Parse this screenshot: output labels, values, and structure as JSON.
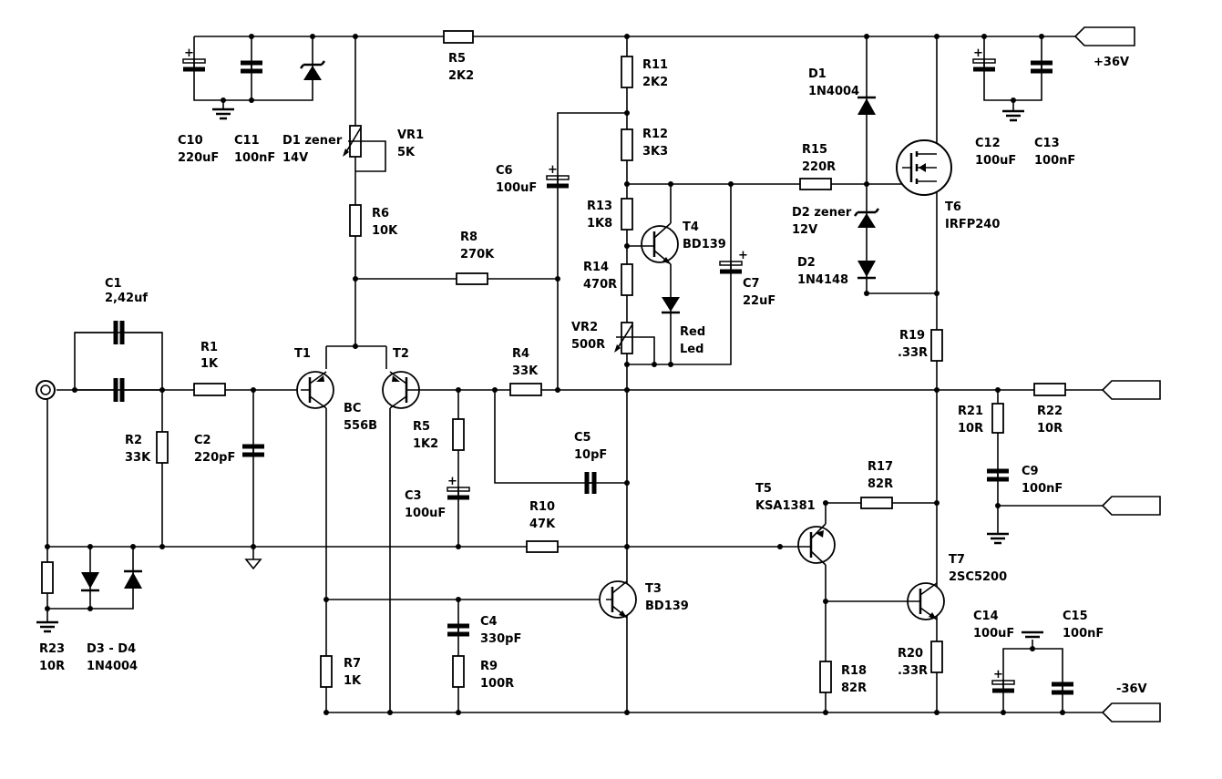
{
  "components": {
    "C1": [
      "C1",
      "2,42uf"
    ],
    "R1": [
      "R1",
      "1K"
    ],
    "R2": [
      "R2",
      "33K"
    ],
    "C2": [
      "C2",
      "220pF"
    ],
    "R23": [
      "R23",
      "10R"
    ],
    "D3": [
      "D3 - D4",
      "1N4004"
    ],
    "C10": [
      "C10",
      "220uF"
    ],
    "C11": [
      "C11",
      "100nF"
    ],
    "D1z": [
      "D1 zener",
      "14V"
    ],
    "VR1": [
      "VR1",
      "5K"
    ],
    "R6": [
      "R6",
      "10K"
    ],
    "R5a": [
      "R5",
      "2K2"
    ],
    "T1": [
      "T1",
      ""
    ],
    "T2": [
      "T2",
      ""
    ],
    "BC": [
      "BC",
      "556B"
    ],
    "R5b": [
      "R5",
      "1K2"
    ],
    "C3": [
      "C3",
      "100uF"
    ],
    "R7": [
      "R7",
      "1K"
    ],
    "C4": [
      "C4",
      "330pF"
    ],
    "R9": [
      "R9",
      "100R"
    ],
    "R8": [
      "R8",
      "270K"
    ],
    "C6": [
      "C6",
      "100uF"
    ],
    "R4": [
      "R4",
      "33K"
    ],
    "C5": [
      "C5",
      "10pF"
    ],
    "R10": [
      "R10",
      "47K"
    ],
    "T3": [
      "T3",
      "BD139"
    ],
    "R11": [
      "R11",
      "2K2"
    ],
    "R12": [
      "R12",
      "3K3"
    ],
    "R13": [
      "R13",
      "1K8"
    ],
    "R14": [
      "R14",
      "470R"
    ],
    "VR2": [
      "VR2",
      "500R"
    ],
    "T4": [
      "T4",
      "BD139"
    ],
    "LED": [
      "Red",
      "Led"
    ],
    "C7": [
      "C7",
      "22uF"
    ],
    "R15": [
      "R15",
      "220R"
    ],
    "D1": [
      "D1",
      "1N4004"
    ],
    "D2z": [
      "D2 zener",
      "12V"
    ],
    "D2": [
      "D2",
      "1N4148"
    ],
    "T6": [
      "T6",
      "IRFP240"
    ],
    "C12": [
      "C12",
      "100uF"
    ],
    "C13": [
      "C13",
      "100nF"
    ],
    "R19": [
      "R19",
      ".33R"
    ],
    "T5": [
      "T5",
      "KSA1381"
    ],
    "R17": [
      "R17",
      "82R"
    ],
    "R18": [
      "R18",
      "82R"
    ],
    "T7": [
      "T7",
      "2SC5200"
    ],
    "R20": [
      "R20",
      ".33R"
    ],
    "R21": [
      "R21",
      "10R"
    ],
    "R22": [
      "R22",
      "10R"
    ],
    "C9": [
      "C9",
      "100nF"
    ],
    "C14": [
      "C14",
      "100uF"
    ],
    "C15": [
      "C15",
      "100nF"
    ]
  },
  "rails": {
    "positive": "+36V",
    "negative": "-36V"
  }
}
